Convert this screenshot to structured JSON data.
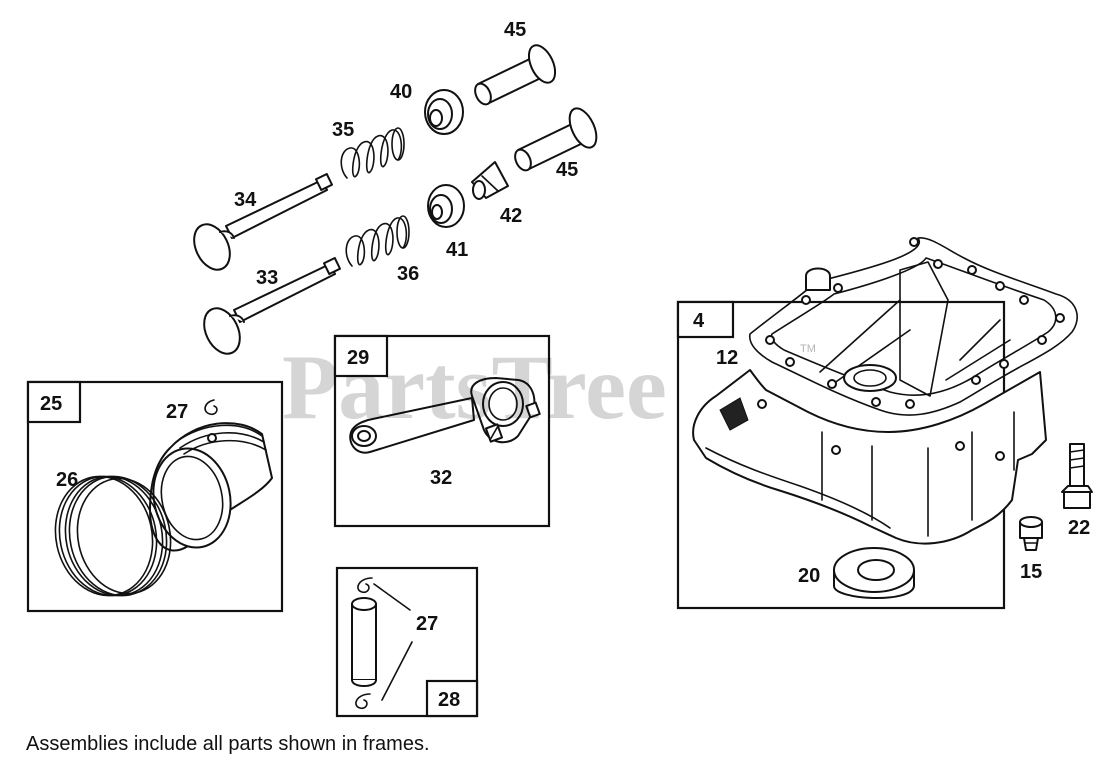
{
  "watermark": {
    "text": "PartsTree",
    "trademark": "TM"
  },
  "footnote": "Assemblies include all parts shown in frames.",
  "frames": {
    "piston": {
      "tag": "25"
    },
    "connecting_rod": {
      "tag": "29"
    },
    "piston_pin": {
      "tag": "28"
    },
    "sump": {
      "tag": "4"
    }
  },
  "callouts": {
    "valve_cap_upper": "45",
    "valve_cap_lower": "45",
    "spring_retainer_upper": "40",
    "spring_retainer_lower": "41",
    "keeper": "42",
    "spring_upper": "35",
    "spring_lower": "36",
    "valve_exhaust": "34",
    "valve_intake": "33",
    "retainer_clip": "27",
    "ring_set": "26",
    "rod_bolt": "32",
    "pin_retainers": "27",
    "gasket": "12",
    "seal": "20",
    "drain_plug": "15",
    "bolt": "22"
  }
}
